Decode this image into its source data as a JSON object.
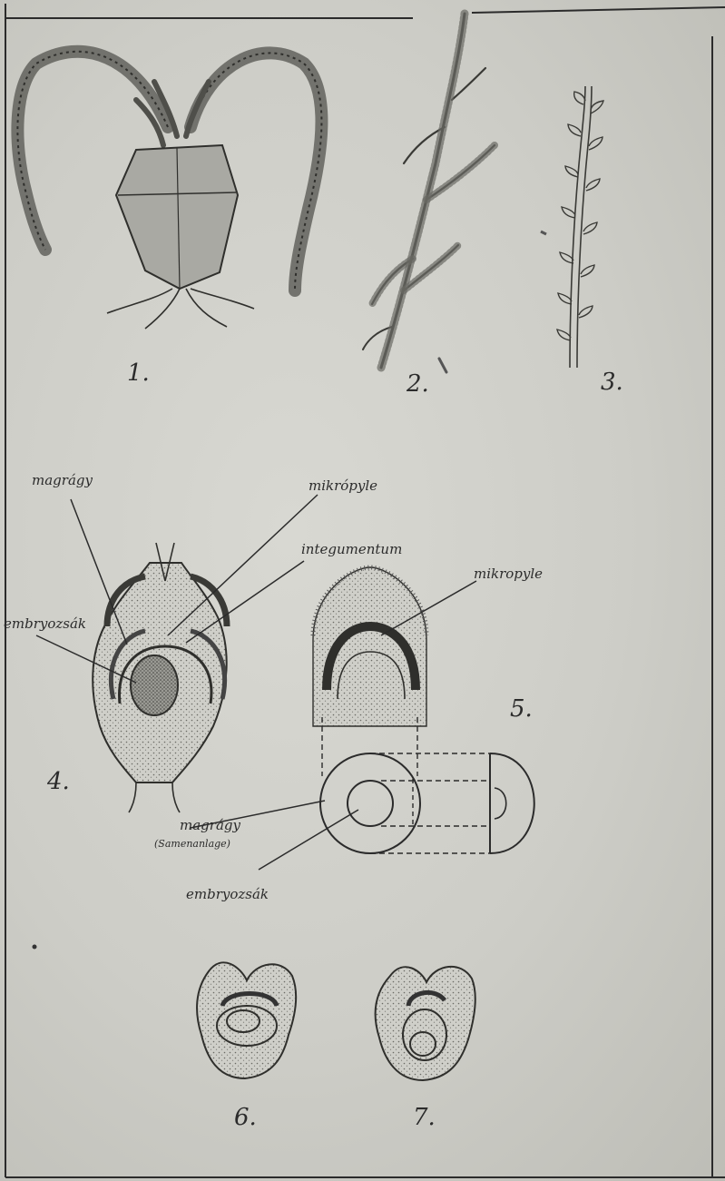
{
  "figure_numbers": {
    "fig1": "1.",
    "fig2": "2.",
    "fig3": "3.",
    "fig4": "4.",
    "fig5": "5.",
    "fig6": "6.",
    "fig7": "7."
  },
  "labels": {
    "fig4_magragy": "magrágy",
    "fig4_mikropyle": "mikrópyle",
    "fig4_integumentum": "integumentum",
    "fig4_embryozsak": "embryozsák",
    "fig5_mikropyle": "mikropyle",
    "fig5_magragy": "magrágy",
    "fig5_samenanlage": "(Samenanlage)",
    "fig5_embryozsak": "embryozsák"
  },
  "colors": {
    "paper": "#cdcdc7",
    "ink": "#2b2b2b",
    "stipple": "#5a5a55"
  }
}
